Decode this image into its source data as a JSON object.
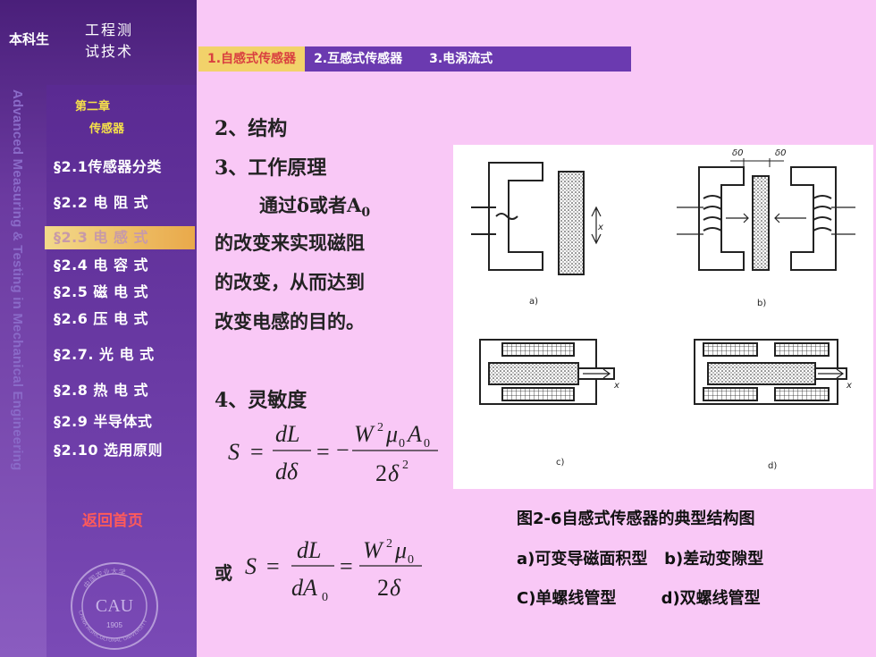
{
  "header": {
    "brand": "本科生",
    "course_line1": "工程测",
    "course_line2": "试技术",
    "vertical_title": "Advanced Measuring & Testing in Mechanical Engineering"
  },
  "tabs": [
    {
      "label": "1.自感式传感器",
      "active": true
    },
    {
      "label": "2.互感式传感器",
      "active": false
    },
    {
      "label": "3.电涡流式",
      "active": false
    }
  ],
  "sidebar": {
    "chapter_line1": "第二章",
    "chapter_line2": "传感器",
    "items": [
      {
        "label": "§2.1传感器分类",
        "active": false
      },
      {
        "label": "§2.2  电 阻 式",
        "active": false
      },
      {
        "label": "§2.3  电 感 式",
        "active": true
      },
      {
        "label": "§2.4  电 容 式",
        "active": false
      },
      {
        "label": "§2.5  磁 电 式",
        "active": false
      },
      {
        "label": "§2.6  压 电 式",
        "active": false
      },
      {
        "label": "§2.7. 光 电 式",
        "active": false
      },
      {
        "label": "§2.8  热 电 式",
        "active": false
      },
      {
        "label": "§2.9  半导体式",
        "active": false
      },
      {
        "label": "§2.10 选用原则",
        "active": false
      }
    ],
    "home_link": "返回首页",
    "logo_text": "CAU",
    "logo_year": "1905",
    "logo_ring_top": "中国农业大学",
    "logo_ring_bottom": "CHINA AGRICULTURAL UNIVERSITY"
  },
  "content": {
    "item2": "2、结构",
    "item3": "3、工作原理",
    "principle_line1": "通过δ或者A",
    "principle_sub": "0",
    "principle_line2": "的改变来实现磁阻",
    "principle_line3": "的改变，从而达到",
    "principle_line4": "改变电感的目的。",
    "item4": "4、灵敏度",
    "or_label": "或"
  },
  "figure": {
    "labels": {
      "a": "a)",
      "b": "b)",
      "c": "c)",
      "d": "d)",
      "x": "x",
      "delta0": "δ0"
    },
    "caption_title": "图2-6自感式传感器的典型结构图",
    "caption_line1": "a)可变导磁面积型   b)差动变隙型",
    "caption_line2": "C)单螺线管型        d)双螺线管型"
  }
}
